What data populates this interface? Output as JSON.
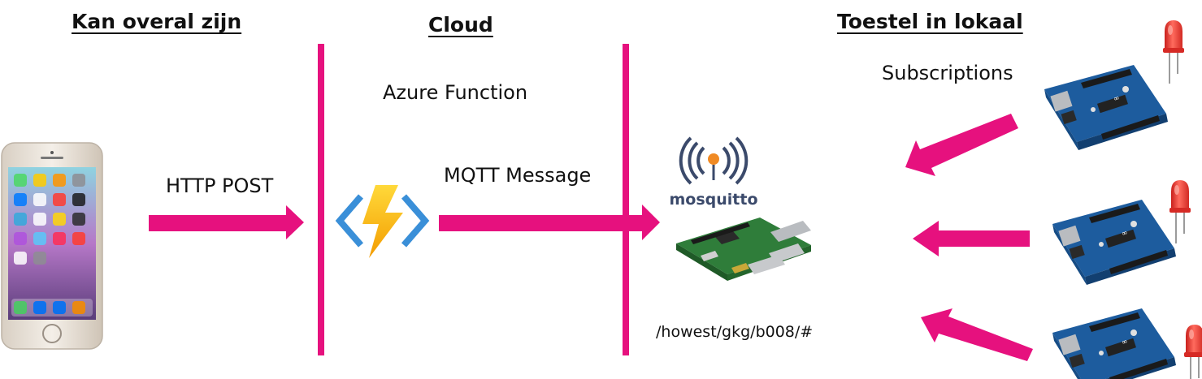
{
  "headings": {
    "left": "Kan overal zijn",
    "middle": "Cloud",
    "right": "Toestel in lokaal"
  },
  "labels": {
    "http": "HTTP POST",
    "azure": "Azure Function",
    "mqtt": "MQTT Message",
    "subscriptions": "Subscriptions",
    "topic": "/howest/gkg/b008/#"
  },
  "logo": {
    "mosquitto_text": "mosquitto"
  },
  "colors": {
    "accent": "#e6117e",
    "arduino_blue": "#1d5c9e",
    "led_red": "#e8322e",
    "pcb_green": "#2f7d3a",
    "mosquitto_navy": "#3b4a6b",
    "mosquitto_orange": "#f08a24",
    "azure_blue": "#3a8fd8",
    "azure_yellow": "#f5c400"
  },
  "icons": [
    "smartphone-icon",
    "azure-functions-icon",
    "mosquitto-logo",
    "raspberry-pi-icon",
    "arduino-board-icon",
    "led-icon"
  ]
}
